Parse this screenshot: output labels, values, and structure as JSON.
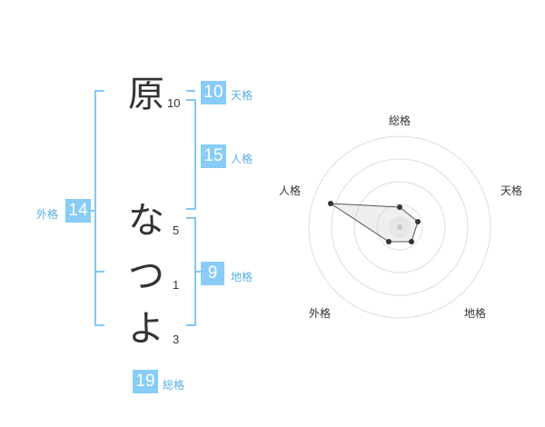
{
  "name": {
    "chars": [
      {
        "char": "原",
        "strokes": "10"
      },
      {
        "char": "な",
        "strokes": "5"
      },
      {
        "char": "つ",
        "strokes": "1"
      },
      {
        "char": "よ",
        "strokes": "3"
      }
    ]
  },
  "fortune": {
    "tenkaku": {
      "label": "天格",
      "value": "10"
    },
    "jinkaku": {
      "label": "人格",
      "value": "15"
    },
    "chikaku": {
      "label": "地格",
      "value": "9"
    },
    "gaikaku": {
      "label": "外格",
      "value": "14"
    },
    "soukaku": {
      "label": "総格",
      "value": "19"
    }
  },
  "radar": {
    "labels": {
      "top": "総格",
      "right": "天格",
      "bottom_right": "地格",
      "bottom_left": "外格",
      "left": "人格"
    },
    "accent_color": "#88ccf7",
    "line_color": "#82c8f5"
  }
}
